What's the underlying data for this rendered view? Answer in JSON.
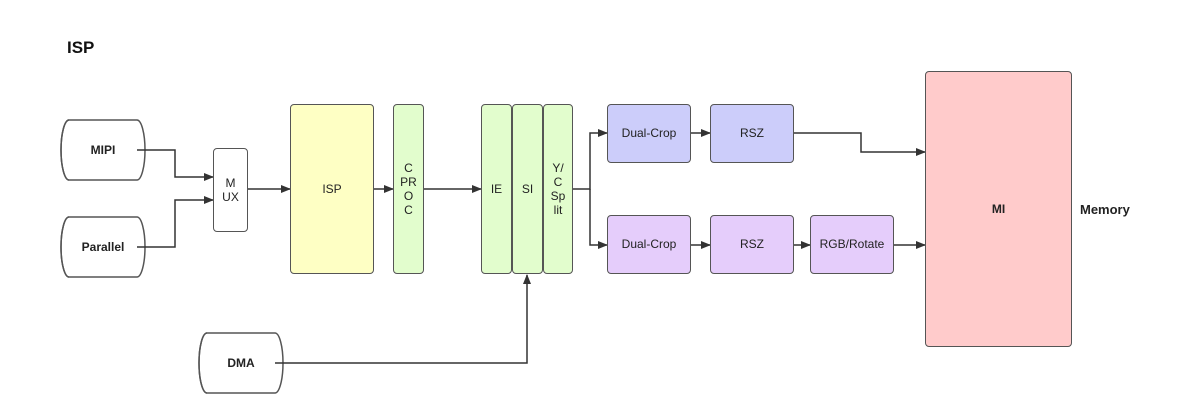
{
  "title": "ISP",
  "external_label": "Memory",
  "sources": {
    "mipi": "MIPI",
    "parallel": "Parallel",
    "dma": "DMA"
  },
  "blocks": {
    "mux": "M\nUX",
    "isp": "ISP",
    "cproc": "C\nPR\nO\nC",
    "ie": "IE",
    "si": "SI",
    "yc_split": "Y/\nC\nSp\nlit",
    "dual_crop_main": "Dual-Crop",
    "rsz_main": "RSZ",
    "dual_crop_self": "Dual-Crop",
    "rsz_self": "RSZ",
    "rgb_rotate": "RGB/Rotate",
    "mi": "MI"
  },
  "colors": {
    "isp": "#feffc4",
    "green_blocks": "#e2fdcd",
    "main_path": "#cccdfa",
    "self_path": "#e5cdfb",
    "mi": "#ffcbcb",
    "stroke": "#555555"
  }
}
